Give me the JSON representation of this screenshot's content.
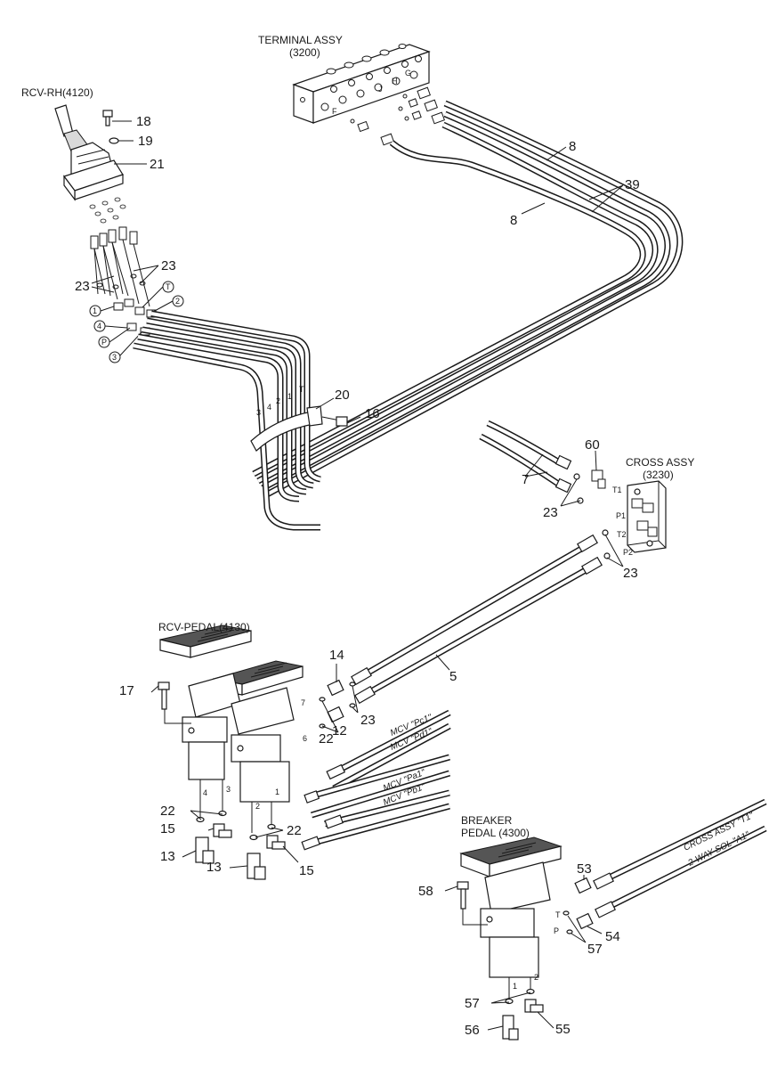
{
  "assemblies": {
    "terminal_assy": "TERMINAL ASSY",
    "terminal_assy_code": "(3200)",
    "rcv_rh": "RCV-RH(4120)",
    "cross_assy": "CROSS ASSY",
    "cross_assy_code": "(3230)",
    "rcv_pedal": "RCV-PEDAL(4130)",
    "breaker_line1": "BREAKER",
    "breaker_line2": "PEDAL (4300)"
  },
  "port_letters": {
    "F": "F",
    "G": "G",
    "H": "H",
    "J": "J"
  },
  "port_marks": {
    "p1": "1",
    "p4": "4",
    "pP": "P",
    "p3": "3",
    "pT": "T",
    "p2": "2"
  },
  "hose_tags": {
    "h3": "3",
    "h4": "4",
    "h2": "2",
    "h1": "1",
    "hT": "T"
  },
  "cross_ports": {
    "T1": "T1",
    "P1": "P1",
    "T2": "T2",
    "P2": "P2"
  },
  "pedal_marks": {
    "m7": "7",
    "m6": "6",
    "m4": "4",
    "m3": "3",
    "m2": "2",
    "m1": "1"
  },
  "breaker_marks": {
    "T": "T",
    "P": "P",
    "b1": "1",
    "b2": "2"
  },
  "destinations": {
    "mcv_pc1": "MCV \"Pc1\"",
    "mcv_pd1": "MCV \"Pd1\"",
    "mcv_pa1": "MCV \"Pa1\"",
    "mcv_pb1": "MCV \"Pb1\"",
    "cross_t1": "CROSS ASSY \"T1\"",
    "sol_a1": "2-WAY SOL \"A1\""
  },
  "callouts": {
    "c18": "18",
    "c19": "19",
    "c21": "21",
    "c23a": "23",
    "c23b": "23",
    "c8a": "8",
    "c8b": "8",
    "c39": "39",
    "c20": "20",
    "c16": "16",
    "c60": "60",
    "c7": "7",
    "c23c": "23",
    "c23d": "23",
    "c5": "5",
    "c14": "14",
    "c17": "17",
    "c23e": "23",
    "c12": "12",
    "c22a": "22",
    "c22b": "22",
    "c15a": "15",
    "c22c": "22",
    "c13a": "13",
    "c13b": "13",
    "c15b": "15",
    "c53": "53",
    "c58": "58",
    "c54": "54",
    "c57a": "57",
    "c57b": "57",
    "c56": "56",
    "c55": "55"
  }
}
